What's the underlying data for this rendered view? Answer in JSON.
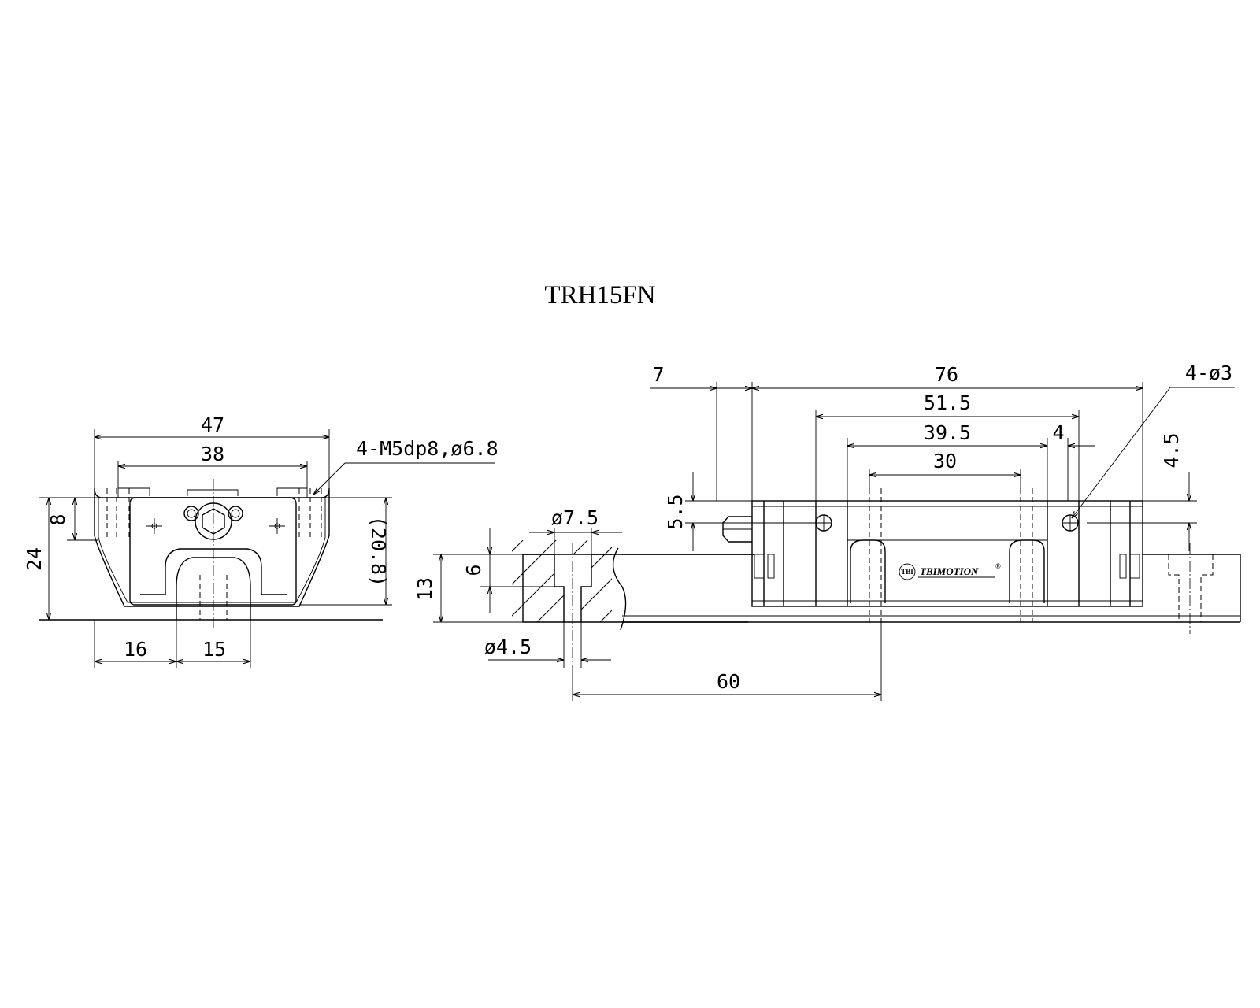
{
  "title": "TRH15FN",
  "brand": {
    "mark": "TBI",
    "name": "TBIMOTION",
    "registered": "®"
  },
  "front_view": {
    "dim_width": "47",
    "dim_hole_pitch": "38",
    "dim_thread": "4-M5dp8,ø6.8",
    "dim_height": "24",
    "dim_flange": "8",
    "dim_body_height": "(20.8)",
    "dim_side": "16",
    "dim_rail_width": "15"
  },
  "rail_section": {
    "dim_rail_height": "13",
    "dim_cbore_depth": "6",
    "dim_cbore_dia": "ø7.5",
    "dim_hole_dia": "ø4.5",
    "dim_pitch": "60"
  },
  "side_view": {
    "dim_nipple": "7",
    "dim_length": "76",
    "dim_body": "51.5",
    "dim_inner": "39.5",
    "dim_mount": "30",
    "dim_edge": "4",
    "dim_holes": "4-ø3",
    "dim_top": "5.5",
    "dim_hole_offset": "4.5"
  }
}
